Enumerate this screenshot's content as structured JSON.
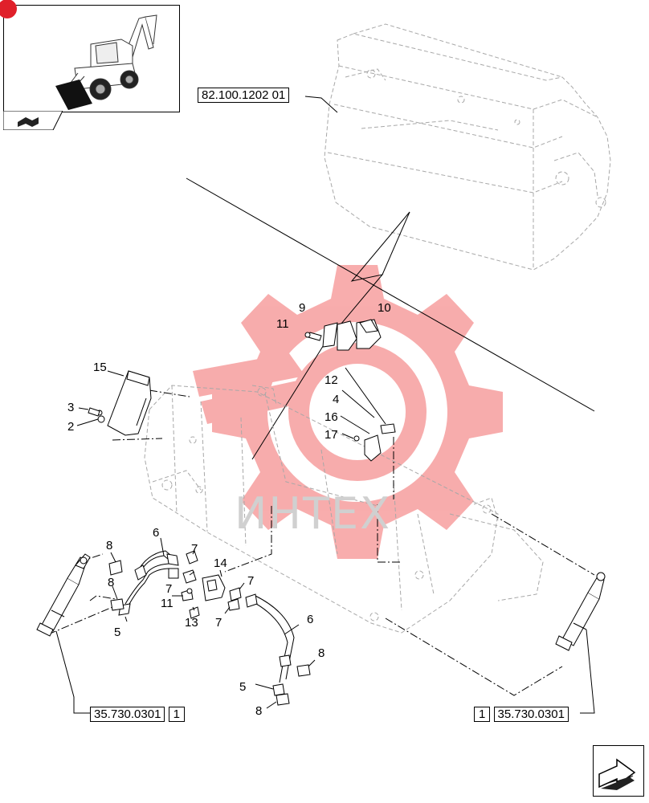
{
  "thumbnail": {
    "icon": "backhoe-loader-thumbnail",
    "nav_icon": "open-book-arrow-icon"
  },
  "references": {
    "bucket": "82.100.1202 01",
    "cylinder_left_code": "35.730.0301",
    "cylinder_left_num": "1",
    "cylinder_right_num": "1",
    "cylinder_right_code": "35.730.0301"
  },
  "callouts": {
    "c15": "15",
    "c3": "3",
    "c2": "2",
    "c9": "9",
    "c10": "10",
    "c11a": "11",
    "c12": "12",
    "c4": "4",
    "c16": "16",
    "c17": "17",
    "c6a": "6",
    "c8a": "8",
    "c8b": "8",
    "c7a": "7",
    "c14": "14",
    "c7b": "7",
    "c11b": "11",
    "c7c": "7",
    "c7d": "7",
    "c13": "13",
    "c5a": "5",
    "c6b": "6",
    "c8c": "8",
    "c5b": "5",
    "c8d": "8"
  },
  "watermark": {
    "text": "ИНТЕХ",
    "color": "#f04a4a"
  },
  "colors": {
    "line": "#000000",
    "dashed": "#9a9a9a",
    "watermark": "#f04a4a"
  },
  "nav": {
    "icon": "next-page-arrow-icon"
  }
}
